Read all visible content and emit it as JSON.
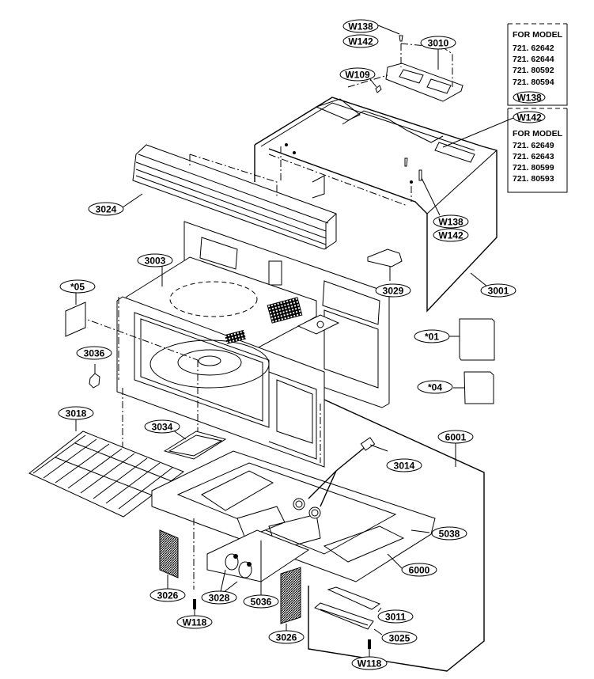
{
  "diagram": {
    "title": "Microwave oven exploded parts diagram",
    "model_boxes": [
      {
        "heading": "FOR MODEL",
        "models": [
          "721. 62642",
          "721. 62644",
          "721. 80592",
          "721. 80594"
        ],
        "part_ref": "W138"
      },
      {
        "part_ref": "W142",
        "heading": "FOR MODEL",
        "models": [
          "721. 62649",
          "721. 62643",
          "721. 80599",
          "721. 80593"
        ]
      }
    ],
    "callouts": {
      "w138_top": "W138",
      "w142_top": "W142",
      "p3010": "3010",
      "w109": "W109",
      "p3024": "3024",
      "w138_mid": "W138",
      "w142_mid": "W142",
      "p3003": "3003",
      "p3029": "3029",
      "p3001": "3001",
      "s05": "*05",
      "s01": "*01",
      "p3036": "3036",
      "s04": "*04",
      "p3018": "3018",
      "p3034": "3034",
      "p6001": "6001",
      "p3014": "3014",
      "p5038": "5038",
      "p6000": "6000",
      "p3026_left": "3026",
      "p3028": "3028",
      "p5036": "5036",
      "w118_left": "W118",
      "p3026_right": "3026",
      "p3011": "3011",
      "p3025": "3025",
      "w118_right": "W118"
    }
  }
}
